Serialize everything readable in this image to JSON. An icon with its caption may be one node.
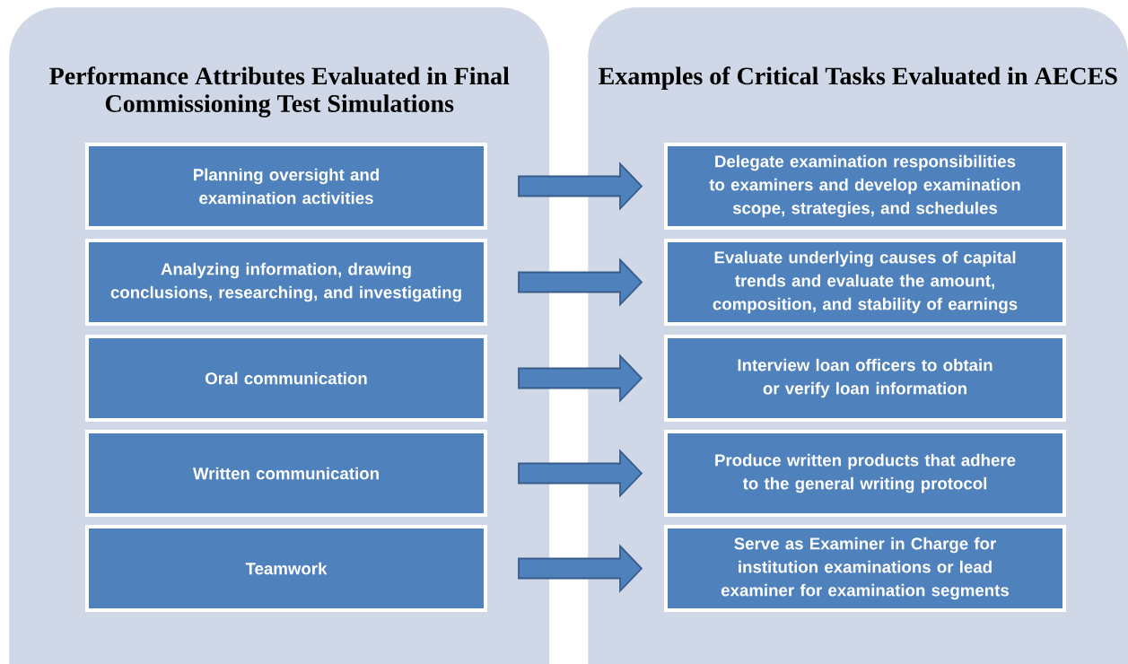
{
  "diagram": {
    "nodes": [
      {
        "text": [
          "Performance Attributes Evaluated in Final Commissioning Test Simulations"
        ]
      },
      {
        "text": [
          "Examples of Critical Tasks Evaluated in AECES"
        ]
      },
      {
        "text": [
          "Planning oversight and examination activities"
        ],
        "in": 0
      },
      {
        "text": [
          "Analyzing information, drawing conclusions, researching, and investigating"
        ],
        "in": 0
      },
      {
        "text": [
          "Oral communication"
        ],
        "in": 0
      },
      {
        "text": [
          "Written communication"
        ],
        "in": 0
      },
      {
        "text": [
          "Teamwork"
        ],
        "in": 0
      },
      {
        "text": [
          "Delegate examination responsibilities to examiners and develop examination scope, strategies, and schedules"
        ],
        "in": 1
      },
      {
        "text": [
          "Evaluate underlying causes of capital trends and evaluate the amount, composition, and stability of earnings"
        ],
        "in": 1
      },
      {
        "text": [
          "Interview loan officers to obtain or verify loan information"
        ],
        "in": 1
      },
      {
        "text": [
          "Produce written products that adhere to the general writing protocol"
        ],
        "in": 1
      },
      {
        "text": [
          "Serve as Examiner in Charge for institution examinations or lead examiner for examination segments"
        ],
        "in": 1
      }
    ],
    "edges": [
      {
        "from": 2,
        "to": 7,
        "arrow": "to"
      },
      {
        "from": 3,
        "to": 8,
        "arrow": "to"
      },
      {
        "from": 4,
        "to": 9,
        "arrow": "to"
      },
      {
        "from": 5,
        "to": 10,
        "arrow": "to"
      },
      {
        "from": 6,
        "to": 11,
        "arrow": "to"
      }
    ]
  }
}
